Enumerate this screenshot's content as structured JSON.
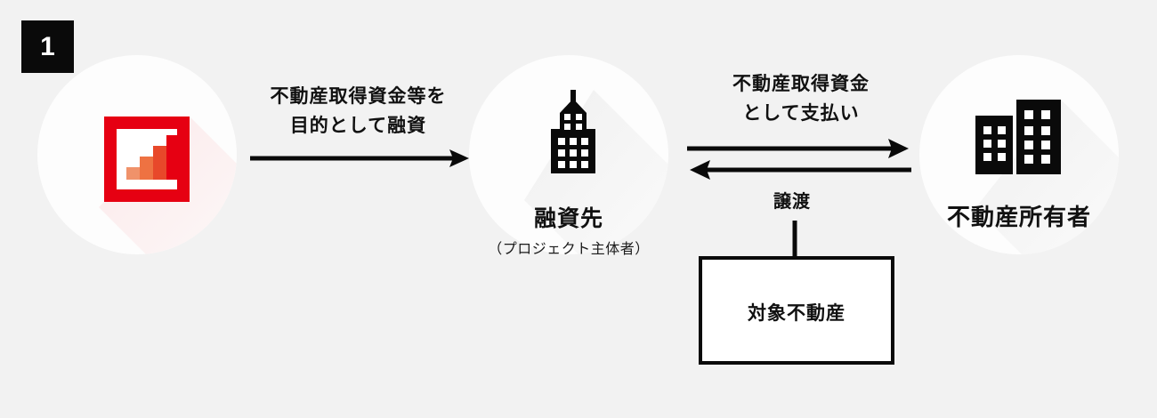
{
  "step": {
    "number": "1"
  },
  "colors": {
    "background": "#f2f2f2",
    "circle": "#fdfdfd",
    "ink": "#111111",
    "badge_bg": "#0a0a0a",
    "accent_red": "#e60012",
    "bar_1": "#f0926a",
    "bar_2": "#ee7242",
    "bar_3": "#e8482a",
    "bar_4": "#e60012",
    "box_fill": "#ffffff",
    "box_border": "#0a0a0a"
  },
  "nodes": {
    "lender": {
      "icon": "red-bar-chart-icon",
      "title": "",
      "subtitle": ""
    },
    "borrower": {
      "icon": "office-tower-icon",
      "title": "融資先",
      "subtitle": "（プロジェクト主体者）"
    },
    "owner": {
      "icon": "two-buildings-icon",
      "title": "不動産所有者",
      "subtitle": ""
    }
  },
  "flows": {
    "loan": {
      "line1": "不動産取得資金等を",
      "line2": "目的として融資",
      "direction": "right"
    },
    "payment": {
      "line1": "不動産取得資金",
      "line2": "として支払い",
      "direction": "right"
    },
    "transfer": {
      "label": "譲渡",
      "direction": "left"
    }
  },
  "property_box": {
    "label": "対象不動産"
  }
}
